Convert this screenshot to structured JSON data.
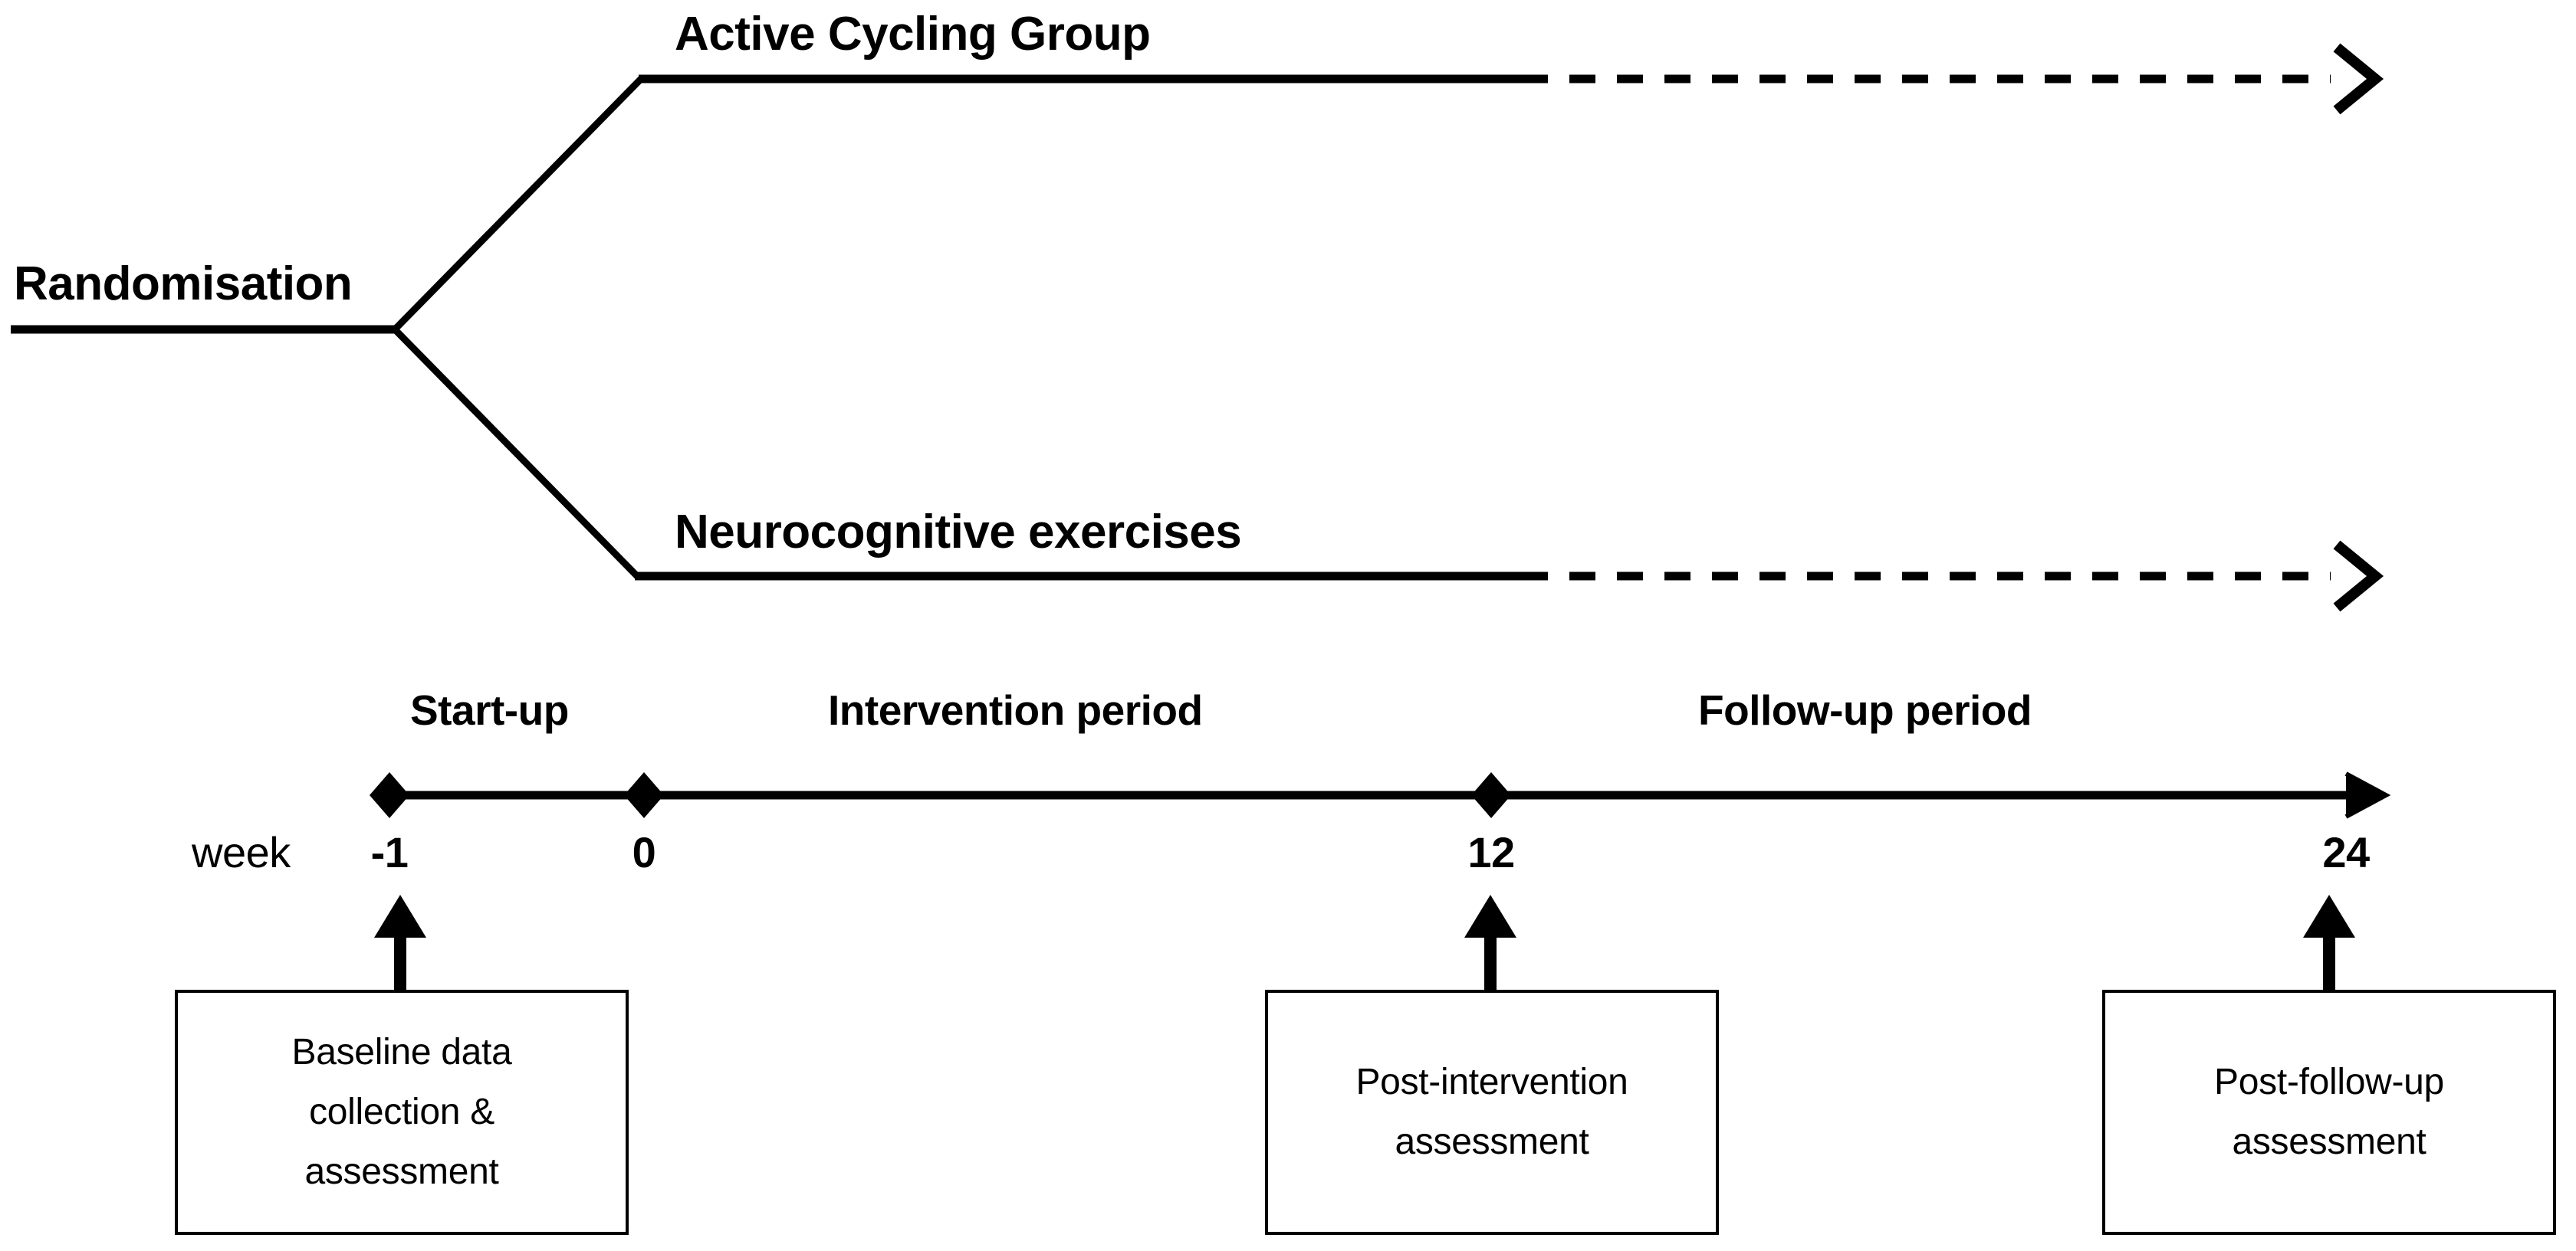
{
  "figure": {
    "type": "trial-flow-diagram",
    "background_color": "#ffffff",
    "line_color": "#000000"
  },
  "arms": {
    "randomisation_label": "Randomisation",
    "items": [
      {
        "label": "Active Cycling Group"
      },
      {
        "label": "Neurocognitive exercises"
      }
    ]
  },
  "timeline": {
    "unit_label": "week",
    "periods": [
      {
        "label": "Start-up"
      },
      {
        "label": "Intervention period"
      },
      {
        "label": "Follow-up period"
      }
    ],
    "ticks": [
      {
        "value": "-1"
      },
      {
        "value": "0"
      },
      {
        "value": "12"
      },
      {
        "value": "24"
      }
    ]
  },
  "assessments": [
    {
      "lines": [
        "Baseline data",
        "collection &",
        "assessment"
      ],
      "line1": "Baseline data",
      "line2": "collection &",
      "line3": "assessment"
    },
    {
      "lines": [
        "Post-intervention",
        "assessment"
      ],
      "line1": "Post-intervention",
      "line2": "assessment"
    },
    {
      "lines": [
        "Post-follow-up",
        "assessment"
      ],
      "line1": "Post-follow-up",
      "line2": "assessment"
    }
  ],
  "chart_data": {
    "type": "diagram",
    "title": "",
    "description": "CONSORT-style two-arm randomised trial flow with study timeline in weeks",
    "arms": [
      "Active Cycling Group",
      "Neurocognitive exercises"
    ],
    "timeline_unit": "week",
    "timeline_ticks": [
      -1,
      0,
      12,
      24
    ],
    "timeline_tick_labels": [
      "-1",
      "0",
      "12",
      "24"
    ],
    "periods": [
      {
        "name": "Start-up",
        "from": -1,
        "to": 0
      },
      {
        "name": "Intervention period",
        "from": 0,
        "to": 12
      },
      {
        "name": "Follow-up period",
        "from": 12,
        "to": 24
      }
    ],
    "assessment_points": [
      {
        "week": -1,
        "label": "Baseline data collection & assessment"
      },
      {
        "week": 12,
        "label": "Post-intervention assessment"
      },
      {
        "week": 24,
        "label": "Post-follow-up assessment"
      }
    ],
    "line_styles": {
      "intervention_segment": "solid",
      "follow_up_segment": "dashed"
    }
  }
}
